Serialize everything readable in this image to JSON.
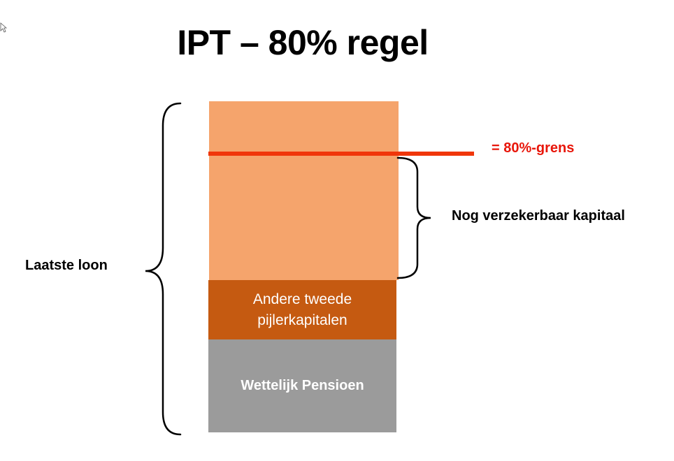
{
  "title": "IPT – 80% regel",
  "segments": {
    "top": {
      "color": "#F5A46C"
    },
    "middle": {
      "label_line1": "Andere tweede",
      "label_line2": "pijlerkapitalen",
      "color": "#C55A11"
    },
    "bottom": {
      "label": "Wettelijk Pensioen",
      "color": "#9B9B9B"
    }
  },
  "limit_line": {
    "label": "= 80%-grens",
    "color": "#F0360A",
    "label_color": "#E8160A"
  },
  "brace_right": {
    "label": "Nog verzekerbaar kapitaal"
  },
  "brace_left": {
    "label": "Laatste loon"
  },
  "icons": {
    "corner": "arrow-cursor-icon"
  }
}
